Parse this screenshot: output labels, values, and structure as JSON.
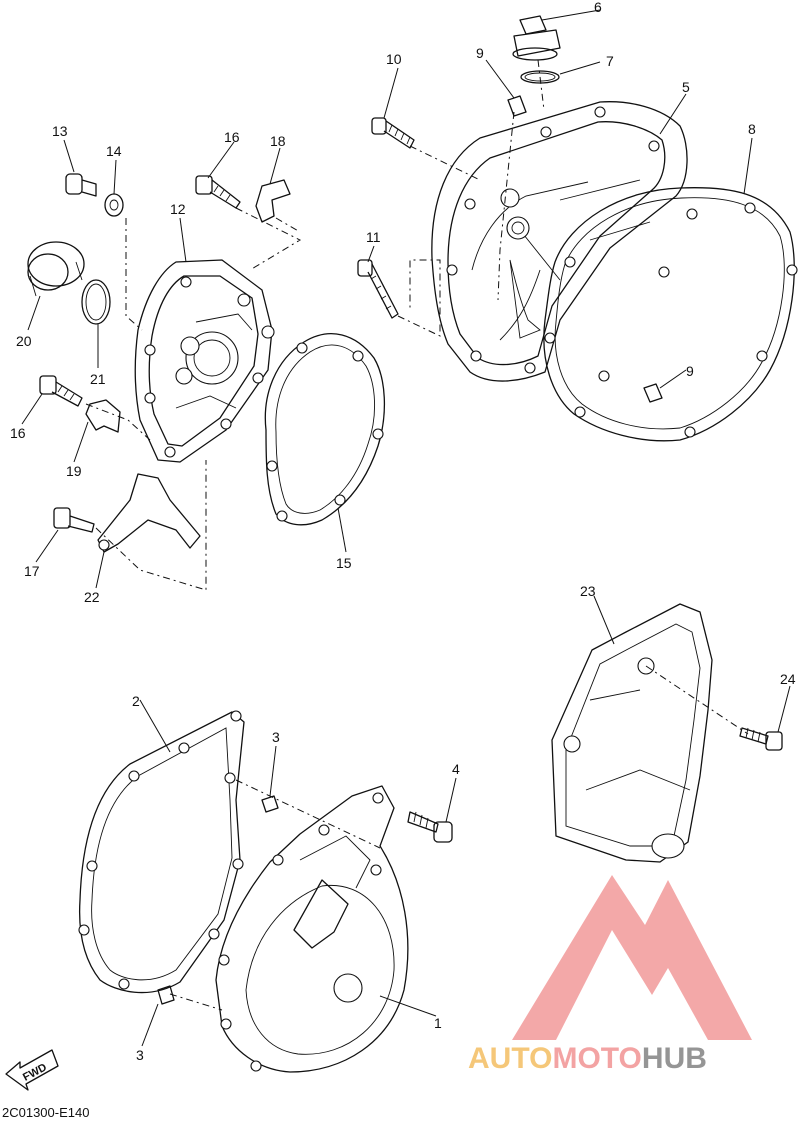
{
  "callouts": [
    {
      "id": "c1",
      "text": "1"
    },
    {
      "id": "c2",
      "text": "2"
    },
    {
      "id": "c3a",
      "text": "3"
    },
    {
      "id": "c3b",
      "text": "3"
    },
    {
      "id": "c4",
      "text": "4"
    },
    {
      "id": "c5",
      "text": "5"
    },
    {
      "id": "c6",
      "text": "6"
    },
    {
      "id": "c7",
      "text": "7"
    },
    {
      "id": "c8",
      "text": "8"
    },
    {
      "id": "c9a",
      "text": "9"
    },
    {
      "id": "c9b",
      "text": "9"
    },
    {
      "id": "c10",
      "text": "10"
    },
    {
      "id": "c11",
      "text": "11"
    },
    {
      "id": "c12",
      "text": "12"
    },
    {
      "id": "c13",
      "text": "13"
    },
    {
      "id": "c14",
      "text": "14"
    },
    {
      "id": "c15",
      "text": "15"
    },
    {
      "id": "c16a",
      "text": "16"
    },
    {
      "id": "c16b",
      "text": "16"
    },
    {
      "id": "c17",
      "text": "17"
    },
    {
      "id": "c18",
      "text": "18"
    },
    {
      "id": "c19",
      "text": "19"
    },
    {
      "id": "c20",
      "text": "20"
    },
    {
      "id": "c21",
      "text": "21"
    },
    {
      "id": "c22",
      "text": "22"
    },
    {
      "id": "c23",
      "text": "23"
    },
    {
      "id": "c24",
      "text": "24"
    }
  ],
  "fwd_label": "FWD",
  "diagram_code": "2C01300-E140",
  "watermark": {
    "part1": "AUTO",
    "part2": "MOTO",
    "part3": "HUB",
    "colors": {
      "logo": "#f29a9a",
      "auto": "#f5c26b",
      "moto": "#f29a9a",
      "hub": "#8a8a8a"
    }
  }
}
